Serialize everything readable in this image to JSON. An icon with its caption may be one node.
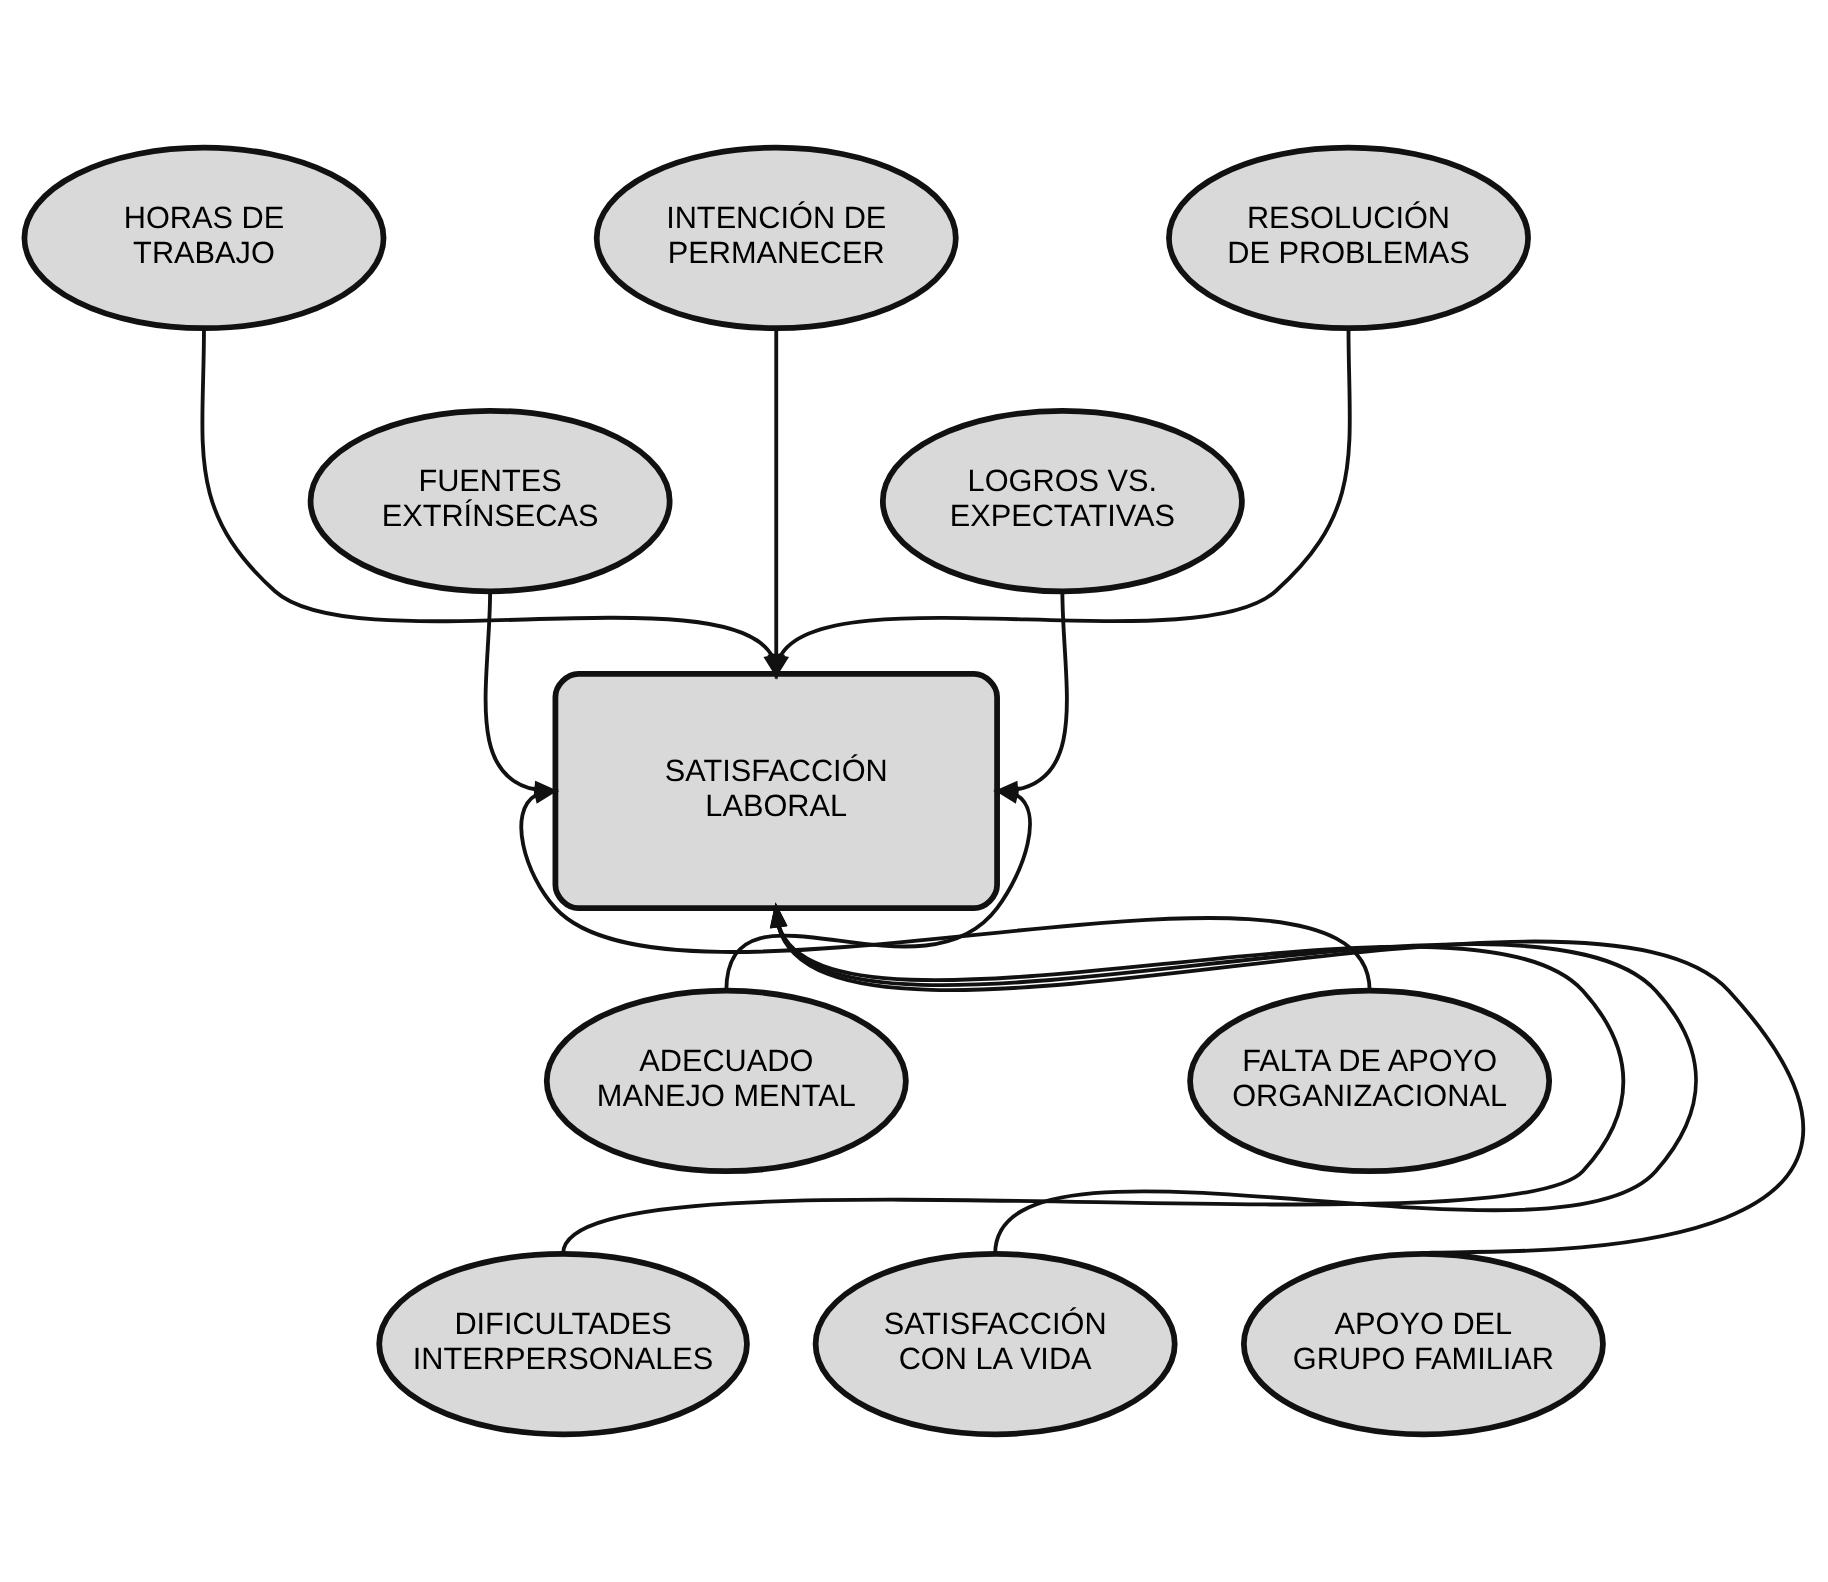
{
  "diagram": {
    "nodes": [
      {
        "text": [
          "INTENCIÓN DE PERMANECER"
        ]
      },
      {
        "text": [
          "HORAS DE TRABAJO"
        ]
      },
      {
        "text": [
          "RESOLUCIÓN DE PROBLEMAS"
        ]
      },
      {
        "text": [
          "FUENTES EXTRÍNSECAS"
        ]
      },
      {
        "text": [
          "LOGROS VS. EXPECTATIVAS"
        ]
      },
      {
        "text": [
          "SATISFACCIÓN LABORAL"
        ]
      },
      {
        "text": [
          "FALTA DE APOYO ORGANIZACIONAL"
        ]
      },
      {
        "text": [
          "ADECUADO MANEJO MENTAL"
        ]
      },
      {
        "text": [
          "DIFICULTADES INTERPERSONALES"
        ]
      },
      {
        "text": [
          "SATISFACCIÓN CON LA VIDA"
        ]
      },
      {
        "text": [
          "APOYO DEL GRUPO FAMILIAR"
        ]
      }
    ],
    "edges": [
      {
        "from": 0,
        "to": 5,
        "arrow": "to"
      },
      {
        "from": 1,
        "to": 5,
        "arrow": "to"
      },
      {
        "from": 2,
        "to": 5,
        "arrow": "to"
      },
      {
        "from": 3,
        "to": 5,
        "arrow": "to"
      },
      {
        "from": 4,
        "to": 5,
        "arrow": "to"
      },
      {
        "from": 6,
        "to": 5,
        "arrow": "to"
      },
      {
        "from": 7,
        "to": 5,
        "arrow": "to"
      },
      {
        "from": 8,
        "to": 5,
        "arrow": "to"
      },
      {
        "from": 9,
        "to": 5,
        "arrow": "to"
      },
      {
        "from": 10,
        "to": 5,
        "arrow": "to"
      }
    ]
  }
}
